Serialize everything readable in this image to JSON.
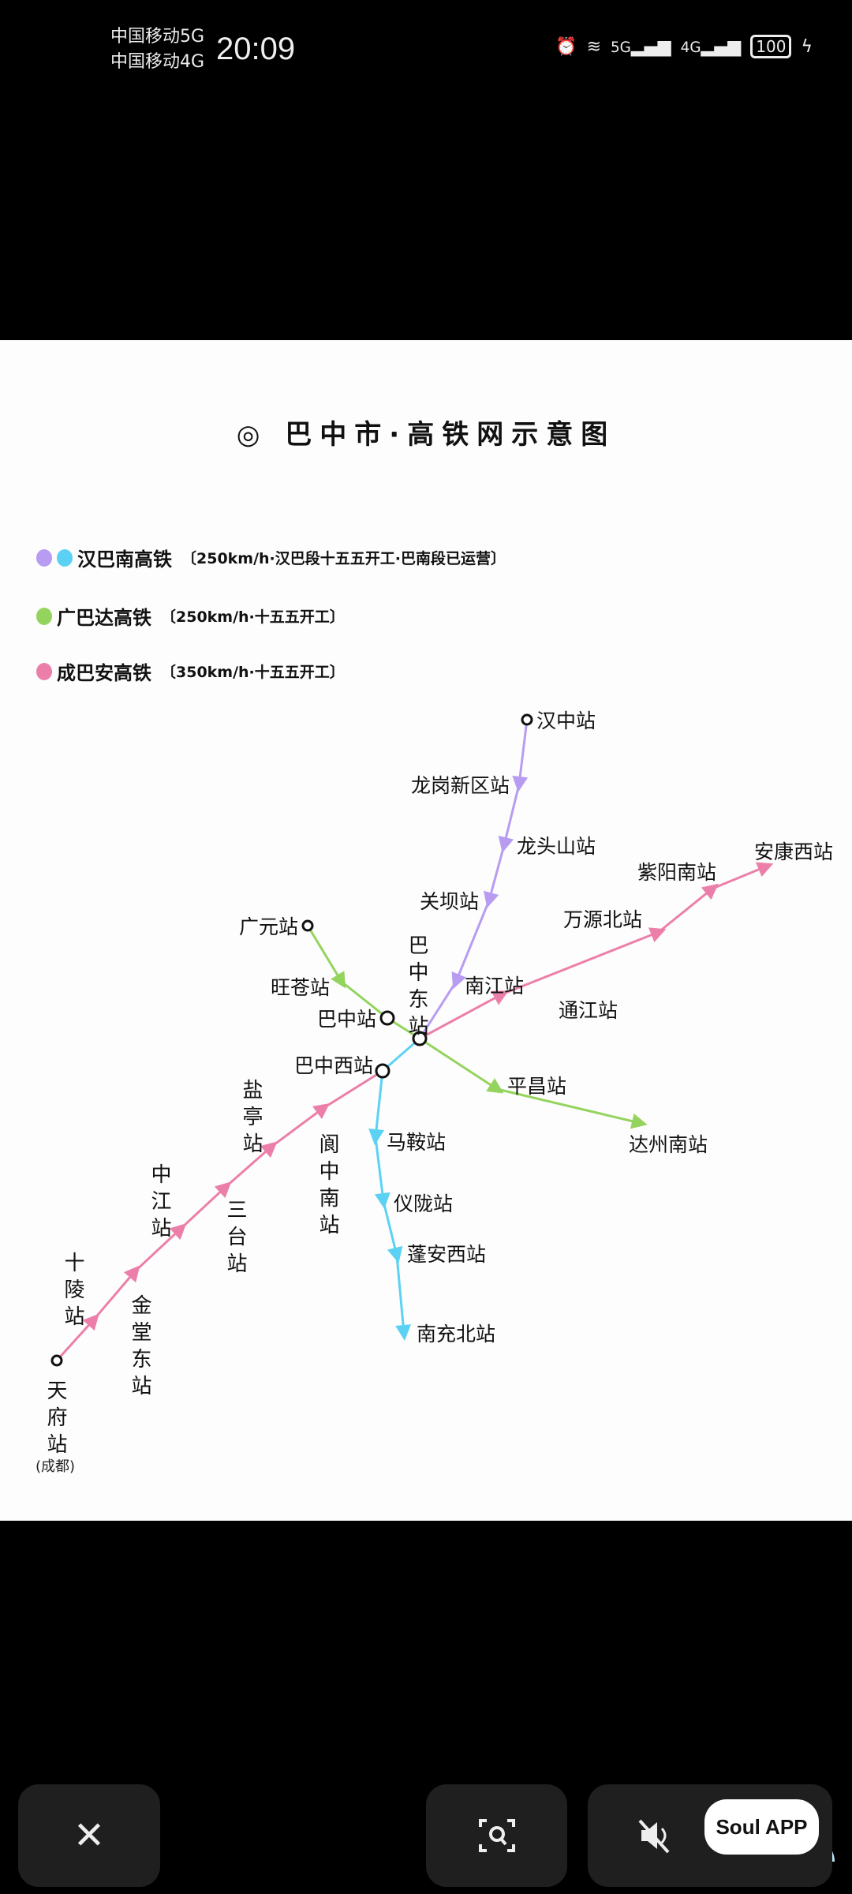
{
  "status_bar": {
    "carrier1": "中国移动5G",
    "carrier2": "中国移动4G",
    "time": "20:09",
    "sig1": "5G",
    "sig2": "4G",
    "battery": "100",
    "icons": [
      "alarm-icon",
      "wifi-icon",
      "signal-icon",
      "signal-icon",
      "battery-icon",
      "charging-icon"
    ]
  },
  "map": {
    "title": "◎ 巴中市·高铁网示意图",
    "legend": [
      {
        "name": "汉巴南高铁",
        "note": "〔250km/h·汉巴段十五五开工·巴南段已运营〕",
        "colors": [
          "#b79cf2",
          "#5bd2f3"
        ]
      },
      {
        "name": "广巴达高铁",
        "note": "〔250km/h·十五五开工〕",
        "colors": [
          "#94d45e"
        ]
      },
      {
        "name": "成巴安高铁",
        "note": "〔350km/h·十五五开工〕",
        "colors": [
          "#ec7fa9"
        ]
      }
    ],
    "colors": {
      "purple": "#b79cf2",
      "cyan": "#5bd2f3",
      "green": "#94d45e",
      "pink": "#ec7fa9"
    },
    "stations": {
      "hanzhong": "汉中站",
      "longgang": "龙岗新区站",
      "longtoushan": "龙头山站",
      "guanba": "关坝站",
      "nanjiang": "南江站",
      "bazhongdong": "巴中东站",
      "guangyuan": "广元站",
      "wangcang": "旺苍站",
      "bazhong": "巴中站",
      "pingchang": "平昌站",
      "dazhounan": "达州南站",
      "tongjiang": "通江站",
      "wanyuanbei": "万源北站",
      "ziyangnan": "紫阳南站",
      "ankangxi": "安康西站",
      "bazhongxi": "巴中西站",
      "langzhongnan": "阆中南站",
      "yanting": "盐亭站",
      "santai": "三台站",
      "zhongjiang": "中江站",
      "jintangdong": "金堂东站",
      "shiling": "十陵站",
      "tianfu": "天府站",
      "tianfu_note": "(成都)",
      "maan": "马鞍站",
      "yilong": "仪陇站",
      "penganxi": "蓬安西站",
      "nanchongbei": "南充北站"
    }
  },
  "bottom": {
    "close": "✕",
    "lens": "lens-search-icon",
    "mute": "mute-icon",
    "watermark": "Soul APP"
  }
}
